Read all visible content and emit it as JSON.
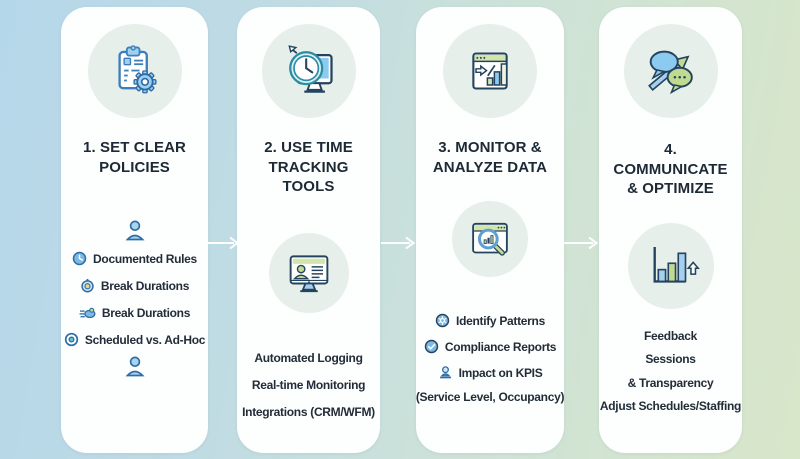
{
  "palette": {
    "bg_left": "#b5d7ea",
    "bg_right": "#d8e6c9",
    "card": "#fdfefe",
    "title_text": "#1d2935",
    "body_text": "#222d38",
    "icon_circle_bg": "#e7efeb",
    "icon_blue": "#8ccaf0",
    "icon_green": "#c0da90",
    "outline_dark": "#24435e",
    "outline_blue": "#2e6da5",
    "connector_arrow": "#ffffff"
  },
  "connectors": [
    "arrow-right-icon",
    "arrow-right-icon",
    "arrow-right-icon"
  ],
  "columns": [
    {
      "id": "set-clear-policies",
      "title": "1. SET CLEAR POLICIES",
      "header_icon": "clipboard-gear-icon",
      "top_icon": "person-icon",
      "bottom_icon": "person-icon",
      "items": [
        {
          "icon": "clock-icon",
          "label": "Documented Rules"
        },
        {
          "icon": "stopwatch-icon",
          "label": "Break Durations"
        },
        {
          "icon": "speed-icon",
          "label": "Break Durations"
        },
        {
          "icon": "target-icon",
          "label": "Scheduled vs. Ad-Hoc"
        }
      ]
    },
    {
      "id": "use-time-tracking-tools",
      "title": "2. USE TIME TRACKING TOOLS",
      "header_icon": "clock-monitor-icon",
      "mid_icon": "monitor-profile-icon",
      "items": [
        {
          "label": "Automated Logging"
        },
        {
          "label": "Real-time Monitoring"
        },
        {
          "label": "Integrations (CRM/WFM)"
        }
      ]
    },
    {
      "id": "monitor-analyze-data",
      "title": "3. MONITOR & ANALYZE DATA",
      "header_icon": "browser-chart-icon",
      "mid_icon": "magnifier-chart-icon",
      "items": [
        {
          "icon": "gear-circle-icon",
          "label": "Identify Patterns"
        },
        {
          "icon": "check-circle-icon",
          "label": "Compliance Reports"
        },
        {
          "icon": "person-desk-icon",
          "label": "Impact on KPIS"
        },
        {
          "label": "(Service Level, Occupancy)"
        }
      ]
    },
    {
      "id": "communicate-optimize",
      "title": "4. COMMUNICATE & OPTIMIZE",
      "header_icon": "speech-bubbles-arrow-icon",
      "mid_icon": "bar-chart-up-icon",
      "items": [
        {
          "label": "Feedback"
        },
        {
          "label": "Sessions"
        },
        {
          "label": "& Transparency"
        },
        {
          "label": "Adjust Schedules/Staffing"
        }
      ]
    }
  ]
}
